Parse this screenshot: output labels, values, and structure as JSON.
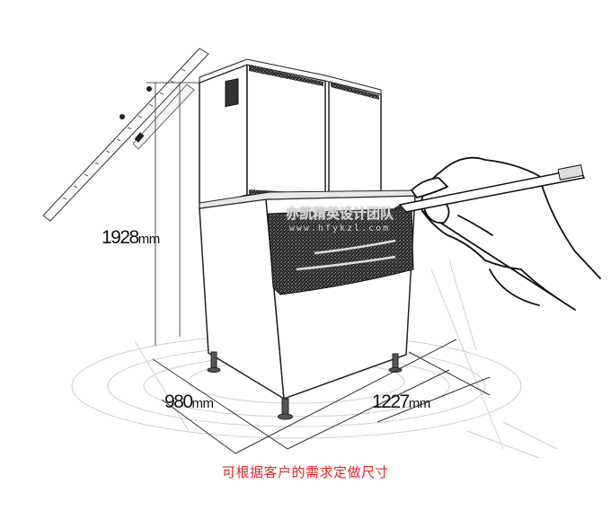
{
  "illustration": {
    "subject": "ice-machine-dimension-sketch",
    "dimensions": {
      "height": {
        "value": "1928",
        "unit": "mm"
      },
      "depth": {
        "value": "980",
        "unit": "mm"
      },
      "width": {
        "value": "1227",
        "unit": "mm"
      }
    },
    "caption": "可根据客户的需求定做尺寸",
    "caption_color": "#e8262a",
    "watermark": {
      "title": "亦凯精英设计团队",
      "url": "www.hfykzl.com"
    }
  }
}
